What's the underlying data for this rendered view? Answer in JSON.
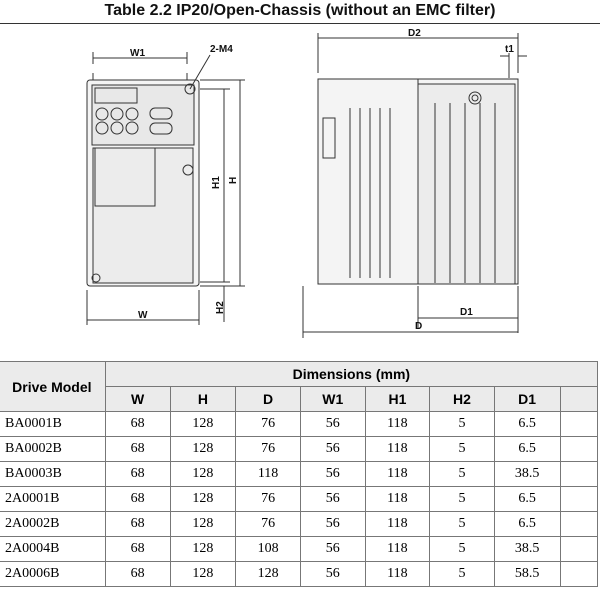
{
  "title": "Table 2.2  IP20/Open-Chassis (without an EMC filter)",
  "drawing": {
    "labels": {
      "w1": "W1",
      "m4": "2-M4",
      "h1": "H1",
      "h": "H",
      "h2": "H2",
      "w": "W",
      "d2": "D2",
      "t1": "t1",
      "d1": "D1",
      "d": "D"
    }
  },
  "table": {
    "group_header": "Dimensions (mm)",
    "model_header": "Drive Model",
    "columns": [
      "W",
      "H",
      "D",
      "W1",
      "H1",
      "H2",
      "D1",
      ""
    ],
    "rows": [
      {
        "model": "BA0001B",
        "values": [
          "68",
          "128",
          "76",
          "56",
          "118",
          "5",
          "6.5",
          ""
        ]
      },
      {
        "model": "BA0002B",
        "values": [
          "68",
          "128",
          "76",
          "56",
          "118",
          "5",
          "6.5",
          ""
        ]
      },
      {
        "model": "BA0003B",
        "values": [
          "68",
          "128",
          "118",
          "56",
          "118",
          "5",
          "38.5",
          ""
        ]
      },
      {
        "model": "2A0001B",
        "values": [
          "68",
          "128",
          "76",
          "56",
          "118",
          "5",
          "6.5",
          ""
        ]
      },
      {
        "model": "2A0002B",
        "values": [
          "68",
          "128",
          "76",
          "56",
          "118",
          "5",
          "6.5",
          ""
        ]
      },
      {
        "model": "2A0004B",
        "values": [
          "68",
          "128",
          "108",
          "56",
          "118",
          "5",
          "38.5",
          ""
        ]
      },
      {
        "model": "2A0006B",
        "values": [
          "68",
          "128",
          "128",
          "56",
          "118",
          "5",
          "58.5",
          ""
        ]
      }
    ]
  }
}
